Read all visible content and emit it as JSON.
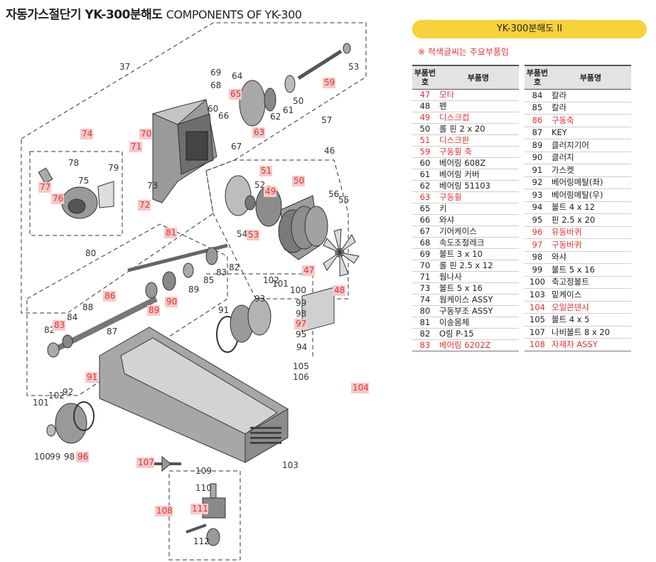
{
  "title": {
    "main": "자동가스절단기 YK-300분해도",
    "sub": "COMPONENTS OF YK-300"
  },
  "panel": {
    "banner": "YK-300분해도 II",
    "note": "※ 적색글씨는 주요부품임",
    "headers": {
      "no": "부품번호",
      "name": "부품명"
    }
  },
  "parts_left": [
    {
      "no": "47",
      "name": "모타",
      "key": true
    },
    {
      "no": "48",
      "name": "펜",
      "key": false
    },
    {
      "no": "49",
      "name": "디스크컵",
      "key": true
    },
    {
      "no": "50",
      "name": "롤 핀 2 x 20",
      "key": false
    },
    {
      "no": "51",
      "name": "디스크판",
      "key": true
    },
    {
      "no": "59",
      "name": "구동휠 축",
      "key": true
    },
    {
      "no": "60",
      "name": "베어링 608Z",
      "key": false
    },
    {
      "no": "61",
      "name": "베어링 커버",
      "key": false
    },
    {
      "no": "62",
      "name": "베어링 51103",
      "key": false
    },
    {
      "no": "63",
      "name": "구동휠",
      "key": true
    },
    {
      "no": "65",
      "name": "키",
      "key": false
    },
    {
      "no": "66",
      "name": "와샤",
      "key": false
    },
    {
      "no": "67",
      "name": "기어케이스",
      "key": false
    },
    {
      "no": "68",
      "name": "속도조절레크",
      "key": false
    },
    {
      "no": "69",
      "name": "볼트 3 x 10",
      "key": false
    },
    {
      "no": "70",
      "name": "롤 핀 2.5 x 12",
      "key": false
    },
    {
      "no": "71",
      "name": "웜나사",
      "key": false
    },
    {
      "no": "73",
      "name": "볼트 5 x 16",
      "key": false
    },
    {
      "no": "74",
      "name": "웜케이스 ASSY",
      "key": false
    },
    {
      "no": "80",
      "name": "구동부조 ASSY",
      "key": false
    },
    {
      "no": "81",
      "name": "이송몸체",
      "key": false
    },
    {
      "no": "82",
      "name": "O링 P-15",
      "key": false
    },
    {
      "no": "83",
      "name": "베어링 6202Z",
      "key": true
    }
  ],
  "parts_right": [
    {
      "no": "84",
      "name": "칼라",
      "key": false
    },
    {
      "no": "85",
      "name": "칼라",
      "key": false
    },
    {
      "no": "86",
      "name": "구동축",
      "key": true
    },
    {
      "no": "87",
      "name": "KEY",
      "key": false
    },
    {
      "no": "89",
      "name": "클러치기어",
      "key": false
    },
    {
      "no": "90",
      "name": "클러치",
      "key": false
    },
    {
      "no": "91",
      "name": "가스켓",
      "key": false
    },
    {
      "no": "92",
      "name": "베어링메탈(좌)",
      "key": false
    },
    {
      "no": "93",
      "name": "베어링메탈(우)",
      "key": false
    },
    {
      "no": "94",
      "name": "볼트 4 x 12",
      "key": false
    },
    {
      "no": "95",
      "name": "핀 2.5 x 20",
      "key": false
    },
    {
      "no": "96",
      "name": "유동바퀴",
      "key": true
    },
    {
      "no": "97",
      "name": "구동바퀴",
      "key": true
    },
    {
      "no": "98",
      "name": "와샤",
      "key": false
    },
    {
      "no": "99",
      "name": "볼트 5 x 16",
      "key": false
    },
    {
      "no": "100",
      "name": "축고정볼트",
      "key": false
    },
    {
      "no": "103",
      "name": "밑케이스",
      "key": false
    },
    {
      "no": "104",
      "name": "오일콘덴샤",
      "key": true
    },
    {
      "no": "105",
      "name": "볼트 4 x 5",
      "key": false
    },
    {
      "no": "107",
      "name": "나비볼트 8 x 20",
      "key": false
    },
    {
      "no": "108",
      "name": "자재차 ASSY",
      "key": true
    }
  ],
  "callouts": {
    "black": [
      "37",
      "69",
      "68",
      "64",
      "60",
      "66",
      "50",
      "61",
      "62",
      "53",
      "57",
      "67",
      "46",
      "73",
      "78",
      "75",
      "79",
      "52",
      "56",
      "55",
      "54",
      "53",
      "80",
      "83",
      "85",
      "82",
      "89",
      "102",
      "101",
      "100",
      "99",
      "98",
      "95",
      "94",
      "93",
      "91",
      "88",
      "84",
      "87",
      "82",
      "92",
      "102",
      "101",
      "100",
      "99",
      "98",
      "105",
      "106",
      "103",
      "109",
      "110",
      "112"
    ],
    "red": [
      "65",
      "59",
      "63",
      "74",
      "70",
      "71",
      "72",
      "77",
      "76",
      "51",
      "50",
      "49",
      "53",
      "47",
      "48",
      "81",
      "86",
      "89",
      "90",
      "97",
      "83",
      "91",
      "96",
      "104",
      "107",
      "108",
      "111"
    ]
  },
  "colors": {
    "accent_red": "#e3342f",
    "highlight": "#f7c8c8",
    "banner": "#f6d13a"
  }
}
